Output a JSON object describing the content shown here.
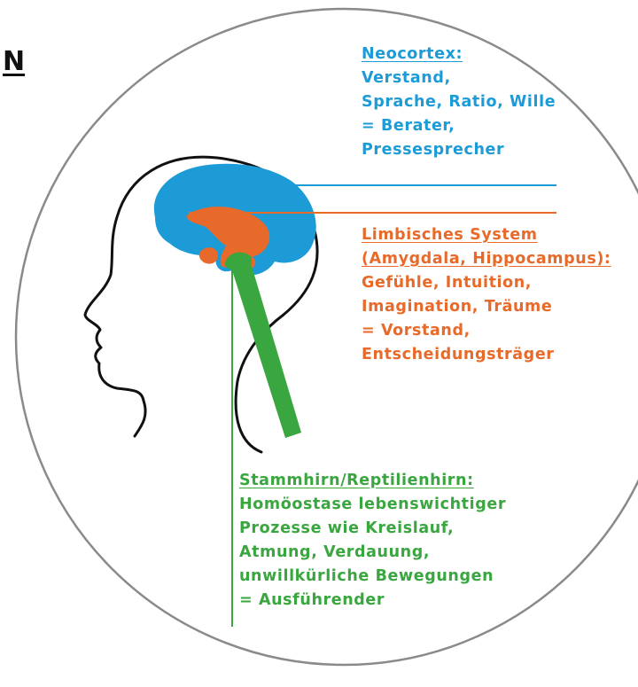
{
  "corner_letter": "N",
  "colors": {
    "neocortex": "#1c9bd6",
    "limbic": "#e86a2a",
    "stem": "#3aa63f",
    "outline": "#111111",
    "circle": "#8a8a8a"
  },
  "neocortex": {
    "title": "Neocortex:",
    "lines": [
      "Verstand,",
      "Sprache, Ratio, Wille",
      "= Berater,",
      "Pressesprecher"
    ]
  },
  "limbic": {
    "title_lines": [
      "Limbisches System",
      "(Amygdala, Hippocampus):"
    ],
    "lines": [
      "Gefühle, Intuition,",
      "Imagination, Träume",
      "= Vorstand,",
      "Entscheidungsträger"
    ]
  },
  "stem": {
    "title": "Stammhirn/Reptilienhirn:",
    "lines": [
      "Homöostase lebenswichtiger",
      "Prozesse wie Kreislauf,",
      "Atmung, Verdauung,",
      "unwillkürliche Bewegungen",
      "= Ausführender"
    ]
  }
}
